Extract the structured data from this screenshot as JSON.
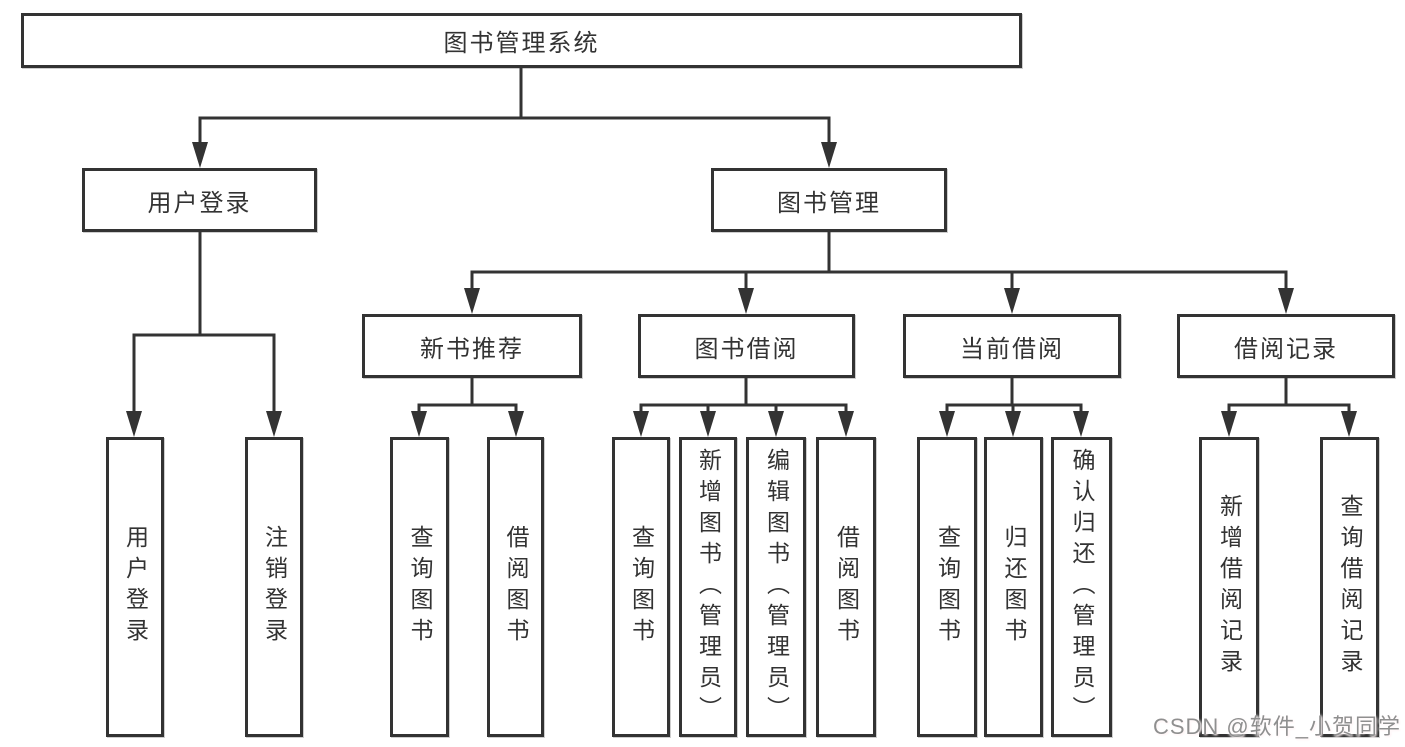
{
  "diagram": {
    "type": "hierarchy-tree",
    "title": "图书管理系统",
    "colors": {
      "line": "#333333",
      "box_border": "#333333",
      "box_background": "#ffffff",
      "text": "#333333",
      "watermark_text": "#8f8f8f"
    },
    "nodes": {
      "root": "图书管理系统",
      "level2": {
        "user_login_group": "用户登录",
        "book_management_group": "图书管理"
      },
      "level3": {
        "new_book_recommend": "新书推荐",
        "book_borrow": "图书借阅",
        "current_borrow": "当前借阅",
        "borrow_records": "借阅记录"
      },
      "leaves": {
        "user_login": [
          "用户登录",
          "注销登录"
        ],
        "new_book_recommend": [
          "查询图书",
          "借阅图书"
        ],
        "book_borrow": [
          "查询图书",
          "新增图书（管理员）",
          "编辑图书（管理员）",
          "借阅图书"
        ],
        "current_borrow": [
          "查询图书",
          "归还图书",
          "确认归还（管理员）"
        ],
        "borrow_records": [
          "新增借阅记录",
          "查询借阅记录"
        ]
      }
    },
    "hierarchy": {
      "图书管理系统": {
        "用户登录": [
          "用户登录",
          "注销登录"
        ],
        "图书管理": {
          "新书推荐": [
            "查询图书",
            "借阅图书"
          ],
          "图书借阅": [
            "查询图书",
            "新增图书（管理员）",
            "编辑图书（管理员）",
            "借阅图书"
          ],
          "当前借阅": [
            "查询图书",
            "归还图书",
            "确认归还（管理员）"
          ],
          "借阅记录": [
            "新增借阅记录",
            "查询借阅记录"
          ]
        }
      }
    }
  },
  "watermark": "CSDN @软件_小贺同学"
}
